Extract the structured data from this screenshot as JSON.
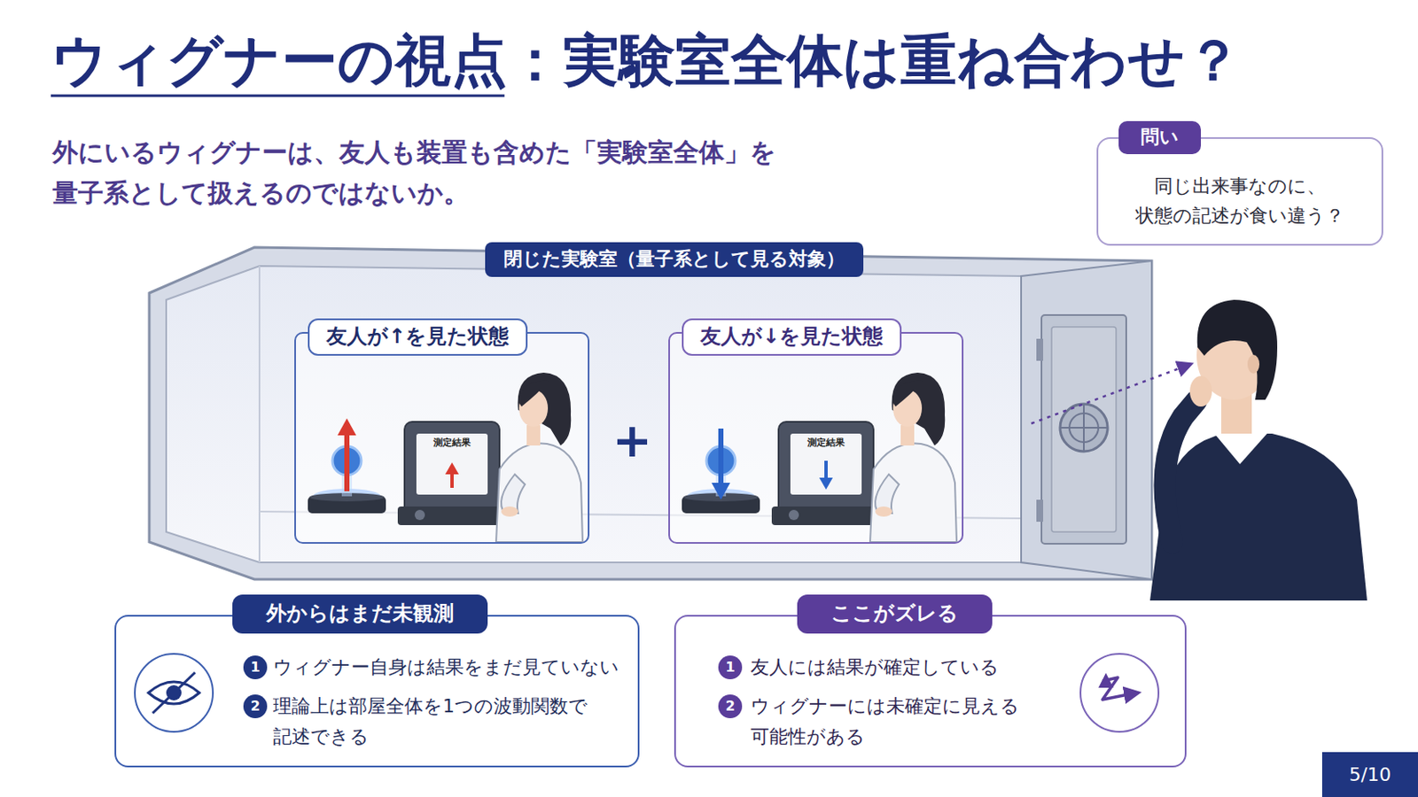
{
  "diagram": {
    "title": "ウィグナーの視点：実験室全体は重ね合わせ？",
    "nodes": [
      {
        "text": [
          "問い",
          "同じ出来事なのに、 状態の記述が食い違う？"
        ]
      },
      {
        "text": [
          "閉じた実験室（量子系として見る対象）"
        ]
      },
      {
        "text": [
          "友人が↑を見た状態",
          "測定結果"
        ],
        "in": 1
      },
      {
        "text": [
          "友人が↓を見た状態",
          "測定結果"
        ],
        "in": 1
      },
      {
        "text": [
          "外からはまだ未観測",
          "1",
          "ウィグナー自身は結果をまだ見ていない",
          "2",
          "理論上は部屋全体を1つの波動関数で 記述できる"
        ]
      },
      {
        "text": [
          "ここがズレる",
          "1",
          "友人には結果が確定している",
          "2",
          "ウィグナーには未確定に見える 可能性がある"
        ]
      }
    ],
    "labels": [
      "外にいるウィグナーは、友人も装置も含めた「実験室全体」を 量子系として扱えるのではないか。",
      "+",
      "5/10"
    ]
  }
}
